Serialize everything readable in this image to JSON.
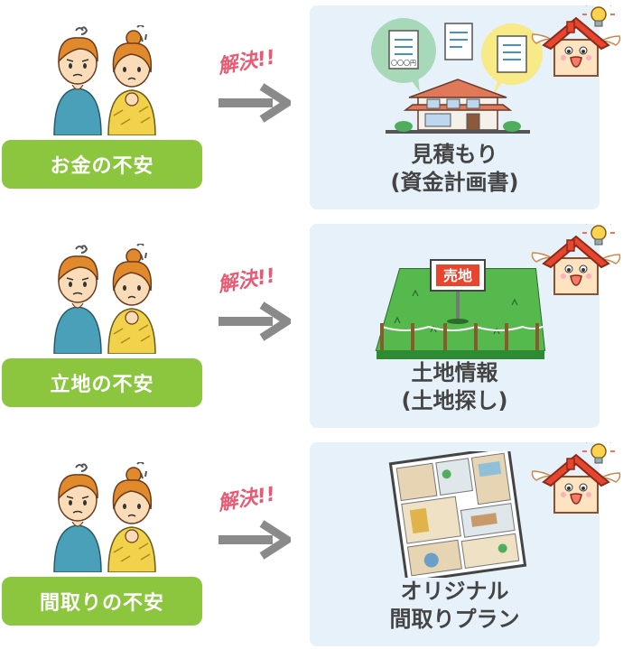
{
  "colors": {
    "badge_bg": "#8cc63f",
    "panel_bg": "#e6f1fa",
    "solve_text": "#ea5a73",
    "arrow": "#8a8a8a",
    "title_text": "#444444",
    "mascot_red": "#e8452f"
  },
  "solve_label": "解決!!",
  "rows": [
    {
      "concern": "お金の不安",
      "title_line1": "見積もり",
      "title_line2": "(資金計画書)",
      "illustration": "estimate-documents-and-house",
      "doc_text": "〇〇〇円"
    },
    {
      "concern": "立地の不安",
      "title_line1": "土地情報",
      "title_line2": "(土地探し)",
      "illustration": "land-for-sale",
      "sign_text": "売地"
    },
    {
      "concern": "間取りの不安",
      "title_line1": "オリジナル",
      "title_line2": "間取りプラン",
      "illustration": "floor-plan"
    }
  ],
  "icons": [
    "worried-couple-icon",
    "right-arrow-icon",
    "house-mascot-icon",
    "lightbulb-icon"
  ]
}
